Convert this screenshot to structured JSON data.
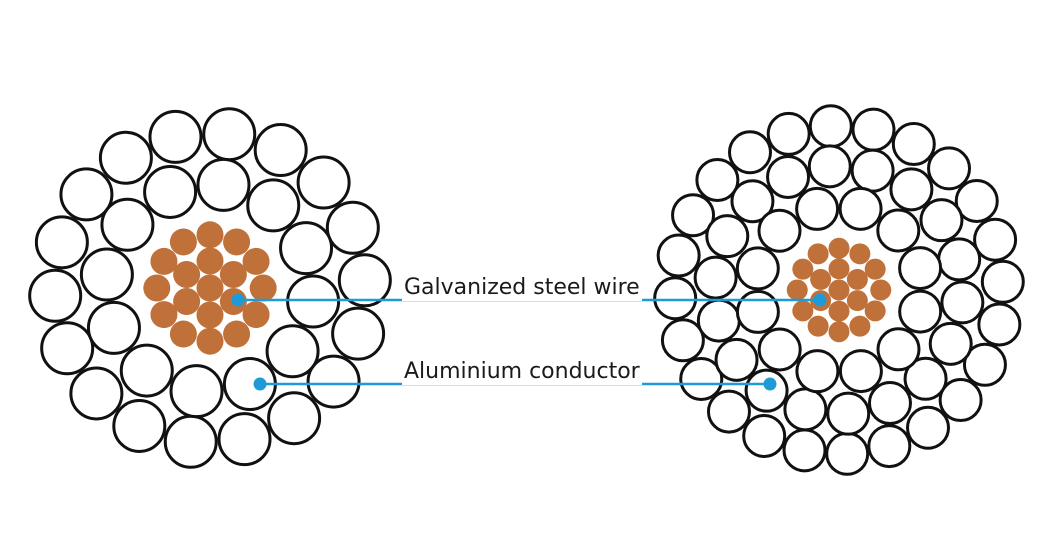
{
  "labels": {
    "steel": "Galvanized steel wire",
    "aluminium": "Aluminium conductor"
  },
  "colors": {
    "wire_stroke": "#111111",
    "steel_core": "#c0713a",
    "pointer_line": "#1e9bd7"
  },
  "cables": [
    {
      "name": "left-cable",
      "steel_wires": 19,
      "aluminium_layers": [
        12,
        18
      ]
    },
    {
      "name": "right-cable",
      "steel_wires": 19,
      "aluminium_layers": [
        12,
        18,
        24
      ]
    }
  ]
}
